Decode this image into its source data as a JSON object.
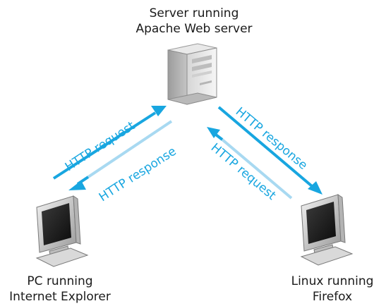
{
  "nodes": {
    "server": {
      "caption_line1": "Server running",
      "caption_line2": "Apache Web server",
      "icon": "server-tower-icon"
    },
    "pc": {
      "caption_line1": "PC running",
      "caption_line2": "Internet Explorer",
      "icon": "desktop-computer-icon"
    },
    "linux": {
      "caption_line1": "Linux running",
      "caption_line2": "Firefox",
      "icon": "desktop-computer-icon"
    }
  },
  "links": {
    "pc_request": "HTTP request",
    "pc_response": "HTTP response",
    "linux_response": "HTTP response",
    "linux_request": "HTTP request"
  },
  "colors": {
    "arrow_dark": "#18a6e0",
    "arrow_light": "#a8d9f1",
    "text": "#1a1a1a"
  }
}
